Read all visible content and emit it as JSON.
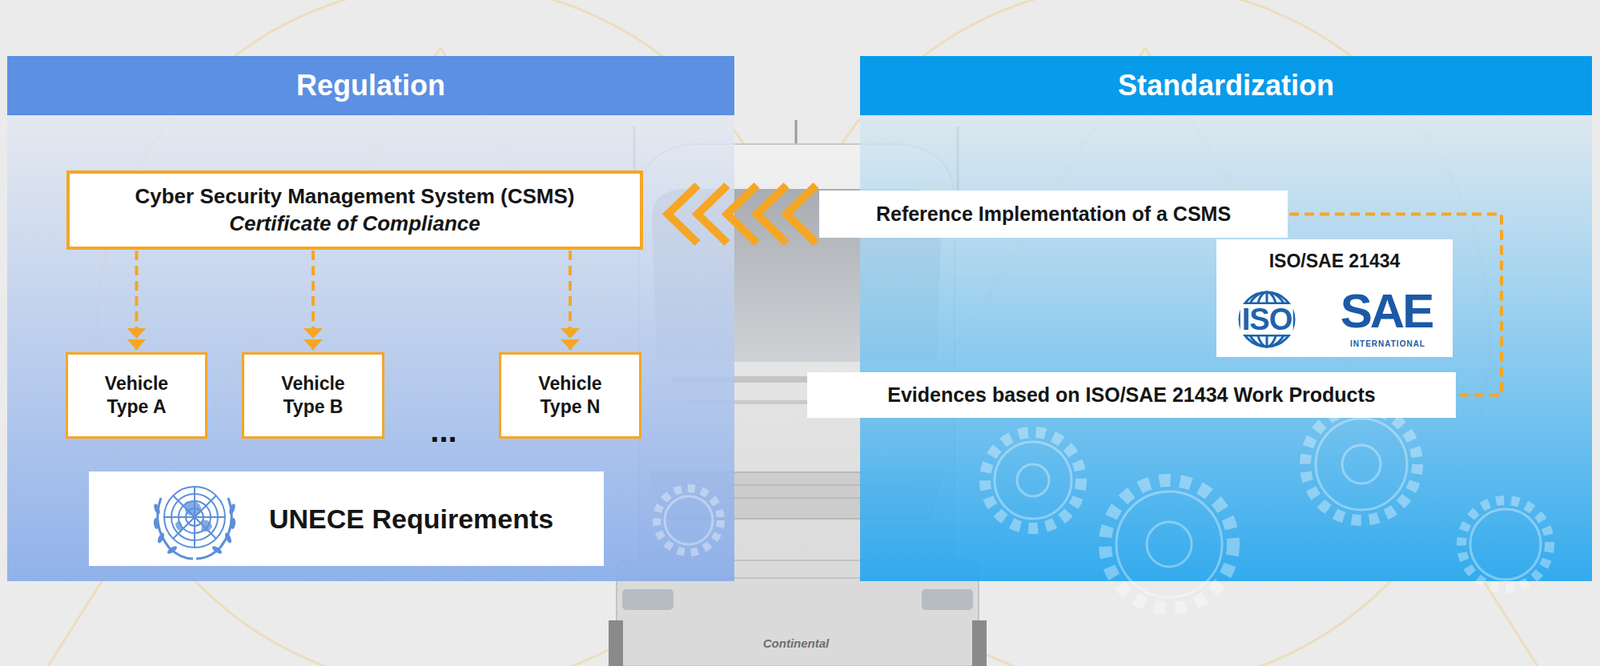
{
  "diagram": {
    "nodes": [
      {
        "text": [
          "Regulation"
        ]
      },
      {
        "text": [
          "Cyber Security Management System (CSMS)",
          "Certificate of Compliance"
        ],
        "in": 0
      },
      {
        "text": [
          "Vehicle Type A"
        ],
        "in": 0
      },
      {
        "text": [
          "Vehicle Type B"
        ],
        "in": 0
      },
      {
        "text": [
          "Vehicle Type N"
        ],
        "in": 0
      },
      {
        "text": [
          "UNECE Requirements"
        ],
        "in": 0
      },
      {
        "text": [
          "Standardization"
        ]
      },
      {
        "text": [
          "Reference Implementation of a CSMS"
        ],
        "in": 6
      },
      {
        "text": [
          "ISO/SAE 21434"
        ],
        "in": 6
      },
      {
        "text": [
          "Evidences based on ISO/SAE 21434 Work Products"
        ],
        "in": 6
      }
    ],
    "edges": [
      {
        "from": 1,
        "to": 2,
        "arrow": "to"
      },
      {
        "from": 1,
        "to": 3,
        "arrow": "to"
      },
      {
        "from": 1,
        "to": 4,
        "arrow": "to"
      },
      {
        "from": 7,
        "to": 1,
        "arrow": "to"
      },
      {
        "from": 7,
        "to": 9,
        "arrow": "none"
      }
    ],
    "labels": [
      "...",
      "ISO",
      "SAE",
      "INTERNATIONAL",
      "Continental"
    ]
  }
}
